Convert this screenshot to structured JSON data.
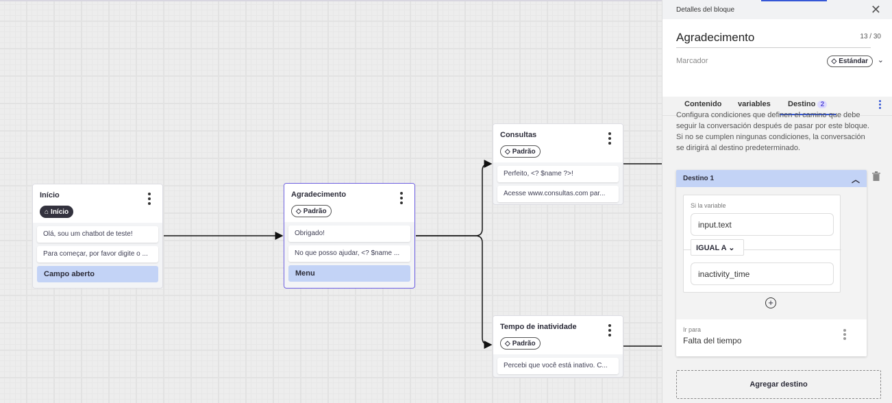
{
  "canvas": {
    "nodes": [
      {
        "title": "Início",
        "tag": "Início",
        "tag_icon": "home-icon",
        "messages": [
          "Olá, sou um chatbot de teste!",
          "Para começar, por favor digite o ..."
        ],
        "input": "Campo aberto"
      },
      {
        "title": "Agradecimento",
        "tag": "Padrão",
        "tag_icon": "tag-icon",
        "messages": [
          "Obrigado!",
          "No que posso ajudar, <? $name ..."
        ],
        "input": "Menu"
      },
      {
        "title": "Consultas",
        "tag": "Padrão",
        "tag_icon": "tag-icon",
        "messages": [
          "Perfeito, <? $name ?>!",
          "Acesse www.consultas.com par..."
        ]
      },
      {
        "title": "Tempo de inatividade",
        "tag": "Padrão",
        "tag_icon": "tag-icon",
        "messages": [
          "Percebi que você está inativo. C..."
        ]
      }
    ]
  },
  "panel": {
    "header": "Detalles del bloque",
    "title": "Agradecimento",
    "char_count": "13 / 30",
    "marker_label": "Marcador",
    "marker_value": "Estándar",
    "tabs": [
      {
        "label": "Contenido"
      },
      {
        "label": "variables"
      },
      {
        "label": "Destino",
        "badge": "2",
        "active": true
      }
    ],
    "description": "Configura condiciones que definen el camino que debe seguir la conversación después de pasar por este bloque. Si no se cumplen ningunas condiciones, la conversación se dirigirá al destino predeterminado.",
    "destination": {
      "title": "Destino 1",
      "condition_label": "Si la variable",
      "variable": "input.text",
      "operator": "IGUAL A",
      "value": "inactivity_time",
      "goto_label": "Ir para",
      "goto_value": "Falta del tiempo"
    },
    "add_button": "Agregar destino"
  },
  "colors": {
    "accent": "#3557d6",
    "selected_border": "#6b5de0",
    "input_bg": "#c3d3f6",
    "badge_bg": "#dcd9ff"
  }
}
